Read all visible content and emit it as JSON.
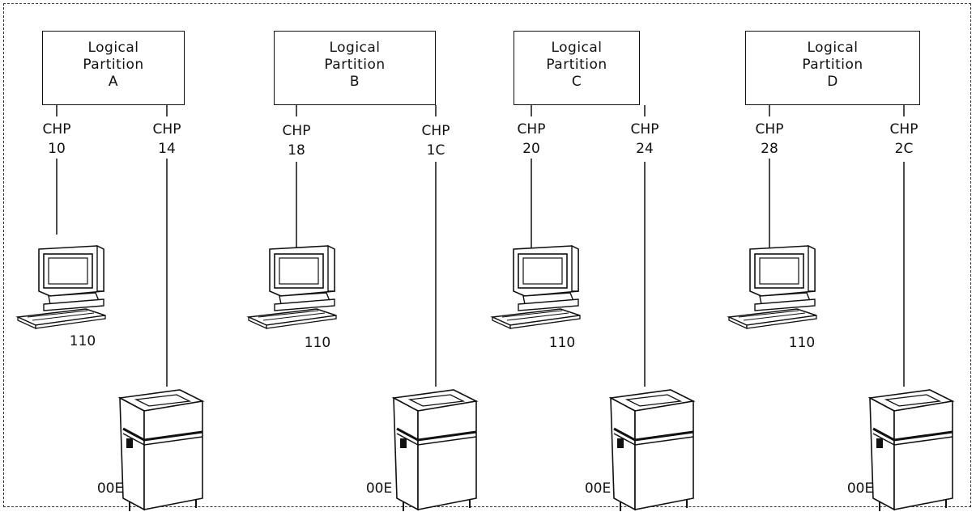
{
  "partitions": [
    {
      "line1": "Logical",
      "line2": "Partition",
      "letter": "A",
      "chp_left": {
        "label": "CHP",
        "num": "10"
      },
      "chp_right": {
        "label": "CHP",
        "num": "14"
      },
      "terminal": "110",
      "printer": "00E"
    },
    {
      "line1": "Logical",
      "line2": "Partition",
      "letter": "B",
      "chp_left": {
        "label": "CHP",
        "num": "18"
      },
      "chp_right": {
        "label": "CHP",
        "num": "1C"
      },
      "terminal": "110",
      "printer": "00E"
    },
    {
      "line1": "Logical",
      "line2": "Partition",
      "letter": "C",
      "chp_left": {
        "label": "CHP",
        "num": "20"
      },
      "chp_right": {
        "label": "CHP",
        "num": "24"
      },
      "terminal": "110",
      "printer": "00E"
    },
    {
      "line1": "Logical",
      "line2": "Partition",
      "letter": "D",
      "chp_left": {
        "label": "CHP",
        "num": "28"
      },
      "chp_right": {
        "label": "CHP",
        "num": "2C"
      },
      "terminal": "110",
      "printer": "00E"
    }
  ]
}
